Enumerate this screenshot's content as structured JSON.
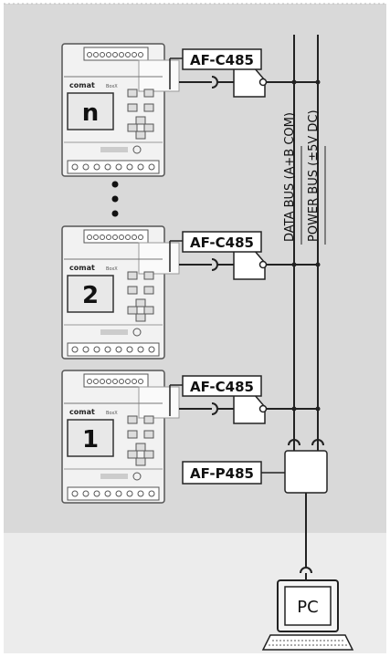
{
  "modules": [
    {
      "display": "n",
      "brand": "comat",
      "model": "BoxX",
      "converter_label": "AF-C485"
    },
    {
      "display": "2",
      "brand": "comat",
      "model": "BoxX",
      "converter_label": "AF-C485"
    },
    {
      "display": "1",
      "brand": "comat",
      "model": "BoxX",
      "converter_label": "AF-C485"
    }
  ],
  "ellipsis": "⋮",
  "buses": {
    "data_bus": "DATA BUS (A+B COM)",
    "power_bus": "POWER BUS (±5V DC)"
  },
  "power_unit_label": "AF-P485",
  "computer_label": "PC",
  "colors": {
    "panel_background": "#d9d9d9",
    "lower_background": "#ececec",
    "module_body": "#f2f2f2",
    "display_screen": "#e8e8e8",
    "line": "#222222",
    "label_box": "#ffffff"
  }
}
